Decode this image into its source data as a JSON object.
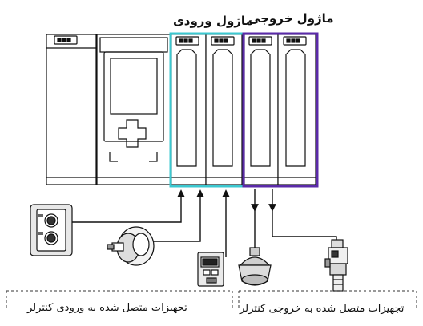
{
  "labels": {
    "output_module": "ماژول خروجی",
    "input_module": "ماژول ورودی",
    "input_devices": "تجهیزات متصل شده به ورودی کنترلر",
    "output_devices": "تجهیزات متصل شده به خروجی کنترلر"
  },
  "colors": {
    "input_module_frame": "#3cc8d0",
    "output_module_frame": "#5a2aa8",
    "line": "#111111"
  },
  "icons": {
    "plc_rack": "plc-rack-icon",
    "push_button_box": "push-button-box-icon",
    "rotary_encoder": "rotary-encoder-icon",
    "digital_meter": "digital-meter-icon",
    "indicator_lamp": "indicator-lamp-icon",
    "solenoid_valve": "solenoid-valve-icon"
  }
}
